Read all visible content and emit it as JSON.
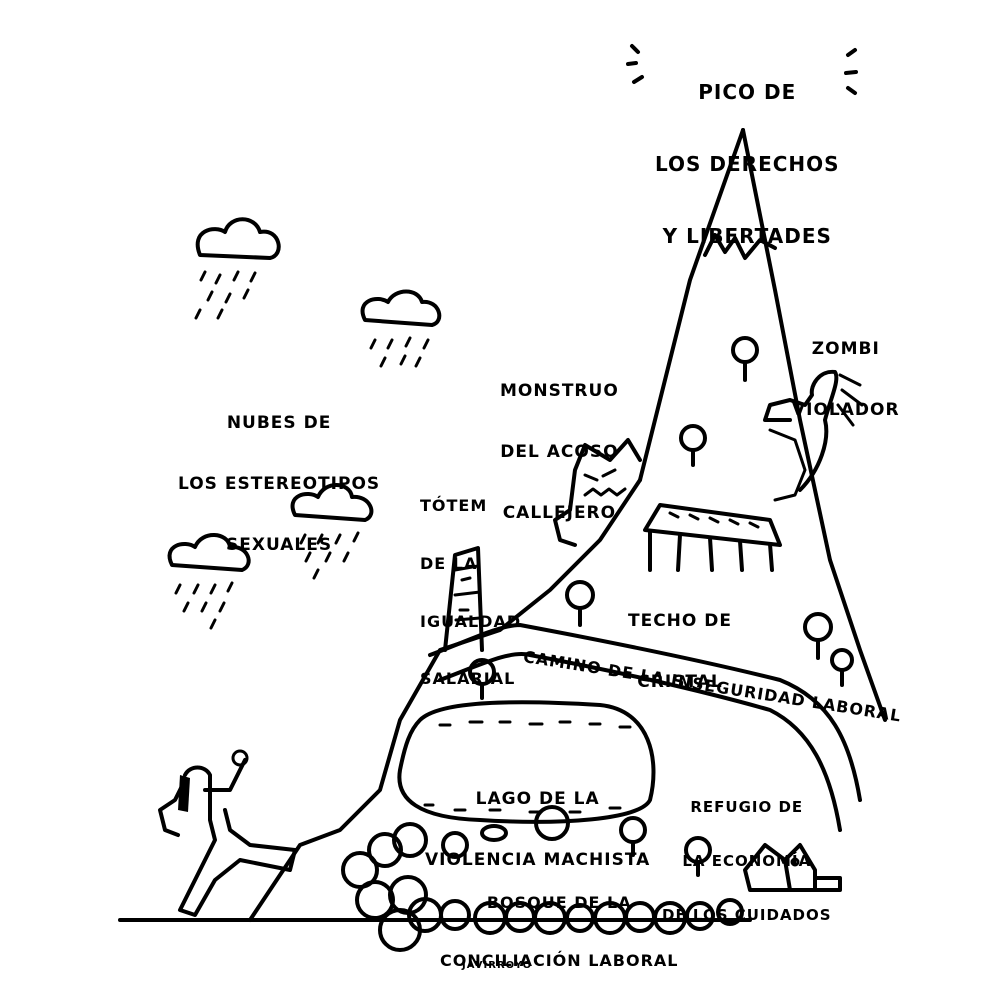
{
  "labels": {
    "peak": [
      "Pico de",
      "los derechos",
      "y libertades"
    ],
    "clouds": [
      "Nubes de",
      "los estereotipos",
      "sexuales"
    ],
    "monster": [
      "Monstruo",
      "del acoso",
      "callejero"
    ],
    "zombie": [
      "Zombi",
      "violador"
    ],
    "totem": [
      "Tótem",
      "de la",
      "igualdad",
      "salarial"
    ],
    "ceiling": [
      "Techo de",
      "cristal"
    ],
    "path": "Camino de la inseguridad laboral",
    "lake": [
      "Lago de la",
      "violencia machista"
    ],
    "refuge": [
      "Refugio de",
      "la economía",
      "de los cuidados"
    ],
    "forest": [
      "Bosque de la",
      "conciliación laboral"
    ],
    "signature": "Javirroyo"
  }
}
